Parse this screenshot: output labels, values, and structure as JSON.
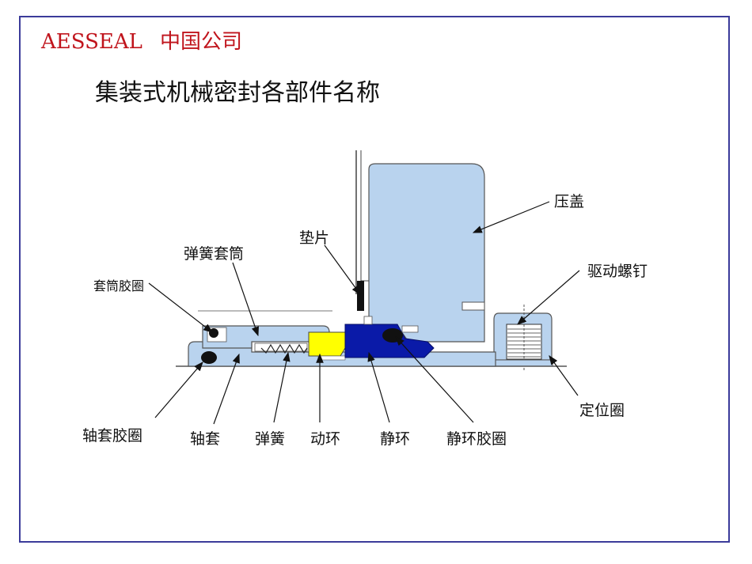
{
  "header": {
    "company_en": "AESSEAL",
    "company_cn": "中国公司",
    "brand_color": "#c0141c"
  },
  "title": "集装式机械密封各部件名称",
  "labels": {
    "gland": "压盖",
    "gasket": "垫片",
    "sleeve_collar": "弹簧套筒",
    "collar_oring": "套筒胶圈",
    "drive_screw": "驱动螺钉",
    "locating_ring": "定位圈",
    "sleeve_oring": "轴套胶圈",
    "sleeve": "轴套",
    "spring": "弹簧",
    "rotary_face": "动环",
    "stationary_face": "静环",
    "stationary_oring": "静环胶圈"
  },
  "colors": {
    "gland": "#b9d3ee",
    "rotary_face": "#ffff00",
    "stationary_face": "#0a1aa8",
    "frame": "#3b3b9a"
  }
}
